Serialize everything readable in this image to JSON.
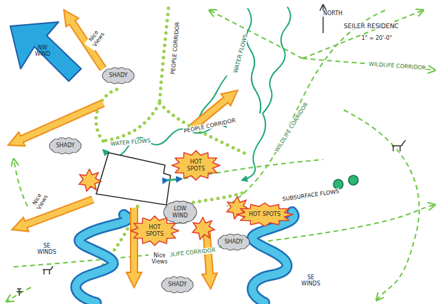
{
  "diagram": {
    "title": "SEILER RESIDENC",
    "nodes": [
      {
        "text": [
          "SHADY"
        ]
      },
      {
        "text": [
          "SHADY"
        ]
      },
      {
        "text": [
          "HOT SPOTS"
        ]
      },
      {
        "text": [
          "LOW WIND"
        ]
      },
      {
        "text": [
          "HOT SPOTS"
        ]
      },
      {
        "text": [
          "HOT SPOTS"
        ]
      },
      {
        "text": [
          "SHADY"
        ]
      },
      {
        "text": [
          "SHADY"
        ]
      }
    ],
    "labels": [
      "NORTH",
      "1\" = 20'-0\"",
      "NW WIND",
      "Nice Views",
      "PEOPLE CORRIDOR",
      "WATER FLOWS",
      "WILDLIFE CORRIDOR",
      "WATER FLOWS",
      "WILDLIFE CORRIDOR",
      "PEOPLE CORRIDOR",
      "SUBSURFACE FLOWS",
      "Nice Views",
      "SE WINDS",
      "WILDLIFE CORRIDOR",
      "Nice Views",
      "SE WINDS"
    ]
  }
}
